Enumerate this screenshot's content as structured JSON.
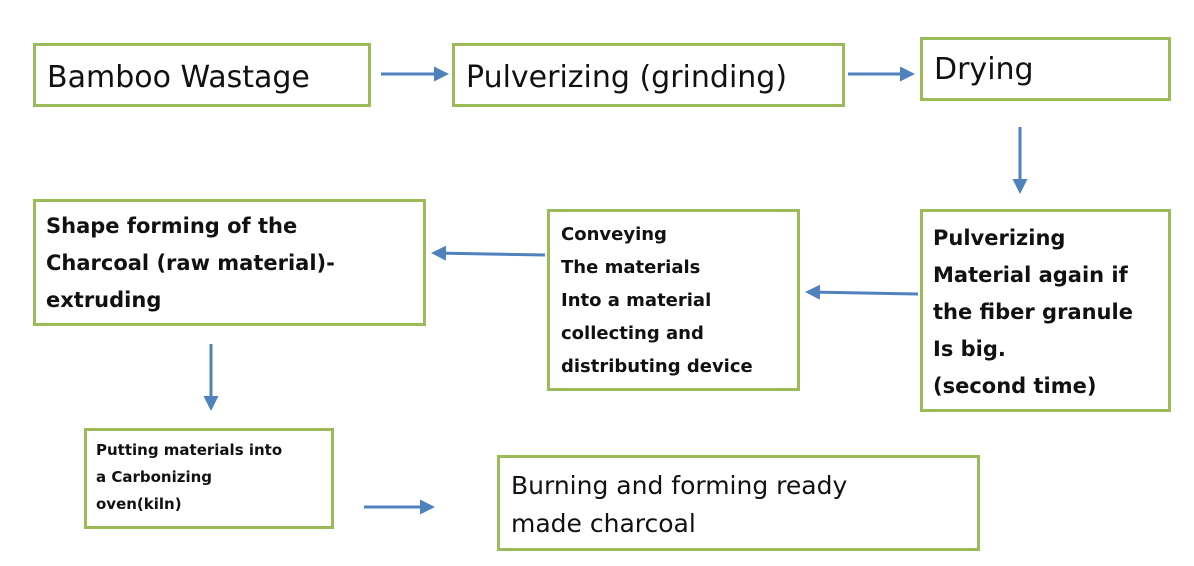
{
  "diagram": {
    "nodes": [
      {
        "id": "bamboo-wastage",
        "text": "Bamboo Wastage"
      },
      {
        "id": "pulverizing-grinding",
        "text": "Pulverizing (grinding)"
      },
      {
        "id": "drying",
        "text": "Drying"
      },
      {
        "id": "pulverizing-again",
        "text": "Pulverizing\nMaterial again if\nthe fiber granule\nIs big.\n(second time)"
      },
      {
        "id": "conveying",
        "text": "Conveying\nThe materials\nInto a material\ncollecting and\ndistributing device"
      },
      {
        "id": "shape-forming",
        "text": "Shape forming of the\nCharcoal (raw material)-\nextruding"
      },
      {
        "id": "carbonizing-oven",
        "text": "Putting materials into\na Carbonizing\noven(kiln)"
      },
      {
        "id": "burning-forming",
        "text": "Burning and forming ready\nmade charcoal"
      }
    ],
    "edges": [
      {
        "from": "bamboo-wastage",
        "to": "pulverizing-grinding"
      },
      {
        "from": "pulverizing-grinding",
        "to": "drying"
      },
      {
        "from": "drying",
        "to": "pulverizing-again"
      },
      {
        "from": "pulverizing-again",
        "to": "conveying"
      },
      {
        "from": "conveying",
        "to": "shape-forming"
      },
      {
        "from": "shape-forming",
        "to": "carbonizing-oven"
      },
      {
        "from": "carbonizing-oven",
        "to": "burning-forming"
      }
    ]
  },
  "colors": {
    "box_border": "#9bbb59",
    "arrow": "#4f81bd",
    "text": "#111111",
    "background": "#ffffff"
  }
}
